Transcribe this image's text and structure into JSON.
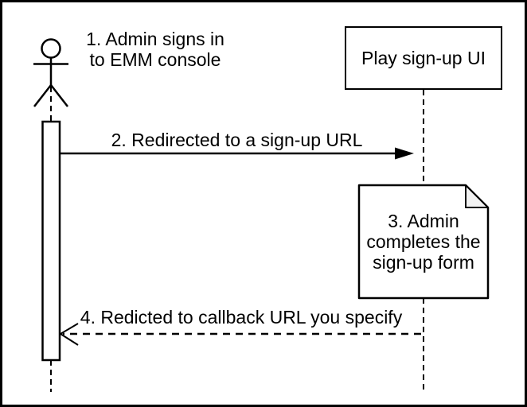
{
  "colors": {
    "stroke": "#000000",
    "background": "#ffffff",
    "note_fold_fill": "#f2f2f2"
  },
  "diagram": {
    "kind": "uml-sequence-diagram",
    "actor": {
      "icon": "stick-figure-actor"
    },
    "participants": [
      {
        "label": "Play sign-up UI"
      }
    ],
    "steps": [
      {
        "num": "1",
        "type": "caption",
        "lines": [
          "1. Admin signs in",
          "to EMM console"
        ]
      },
      {
        "num": "2",
        "type": "solid-message-arrow",
        "direction": "actor-to-participant",
        "label": "2. Redirected to a sign-up URL"
      },
      {
        "num": "3",
        "type": "note",
        "lines": [
          "3. Admin",
          "completes the",
          "sign-up form"
        ]
      },
      {
        "num": "4",
        "type": "dashed-return-arrow",
        "direction": "participant-to-actor",
        "label": "4. Redicted to callback URL you specify"
      }
    ]
  }
}
